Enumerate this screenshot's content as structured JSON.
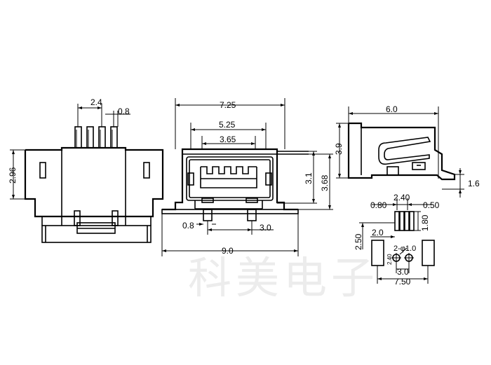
{
  "watermark": "科美电子",
  "views": {
    "side": {
      "pin_pitch": "2.4",
      "pin_width": "0.8",
      "height": "2.96"
    },
    "front": {
      "overall_top": "7.25",
      "inner_width": "5.25",
      "slot_width": "3.65",
      "inner_height": "3.1",
      "body_height": "3.68",
      "peg_offset": "0.8",
      "peg_spacing": "3.0",
      "overall_width": "9.0"
    },
    "profile": {
      "depth": "6.0",
      "height": "3.9",
      "tail": "1.6"
    },
    "footprint": {
      "pitch": "2.40",
      "left_pad": "0.80",
      "right_pad": "0.50",
      "pad_length": "1.80",
      "row_offset": "2.50",
      "inner_offset": "2.0",
      "hole_label": "2-φ1.0",
      "hole_spacing": "3.0",
      "small_dim": "2.40",
      "overall": "7.50"
    }
  }
}
